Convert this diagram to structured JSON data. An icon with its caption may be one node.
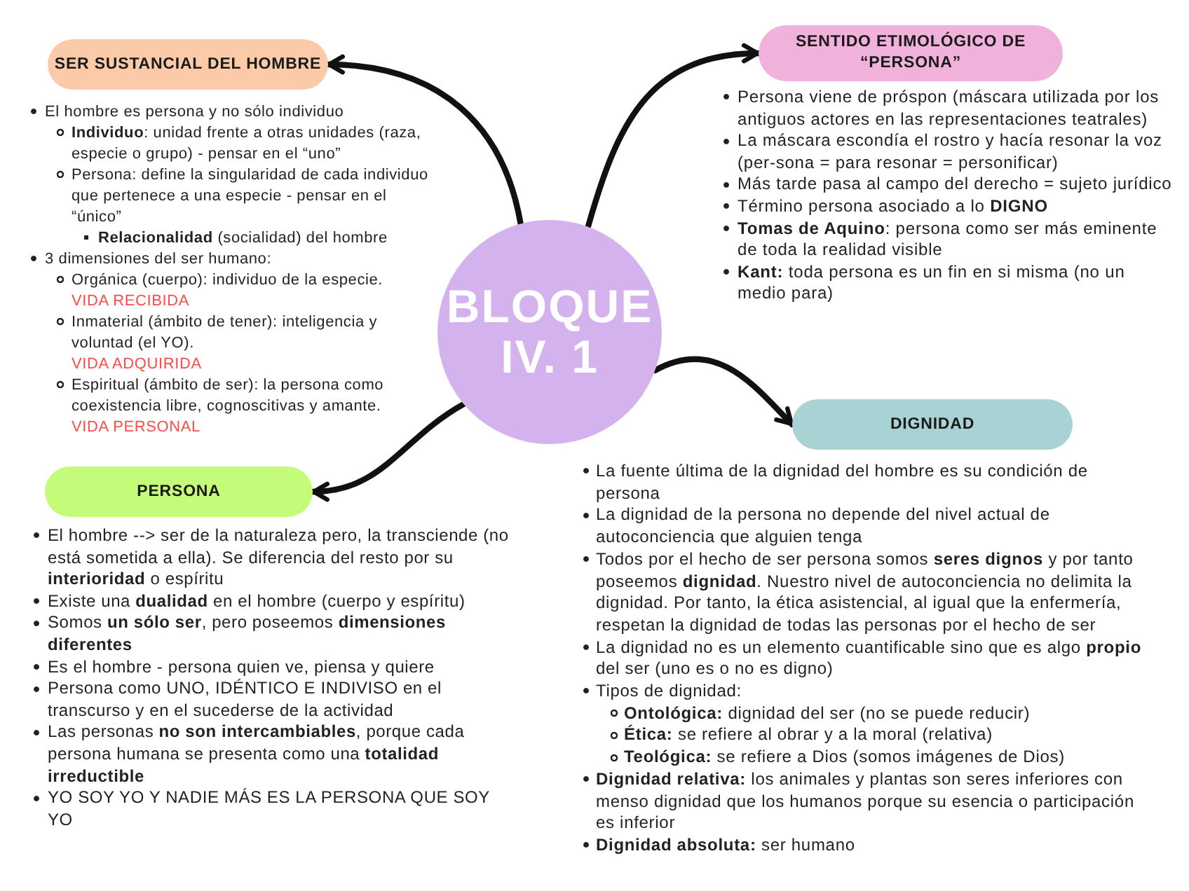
{
  "diagram": {
    "nodes": [
      {
        "text": [
          "SER SUSTANCIAL DEL HOMBRE"
        ],
        "beside": [
          "El hombre es persona y no sólo individuo",
          "**Individuo**: unidad frente a otras unidades (raza, especie o grupo) - pensar en el “uno”",
          "Persona: define la singularidad de cada individuo que pertenece a una especie - pensar en el “único”",
          "**Relacionalidad** (socialidad) del hombre",
          "3 dimensiones del ser humano:",
          "Orgánica (cuerpo): individuo de la especie.",
          "VIDA RECIBIDA",
          "Inmaterial (ámbito de tener): inteligencia y voluntad (el YO).",
          "VIDA ADQUIRIDA",
          "Espiritual (ámbito de ser): la persona como coexistencia libre, cognoscitivas y amante.",
          "VIDA PERSONAL"
        ]
      },
      {
        "text": [
          "SENTIDO ETIMOLÓGICO DE “PERSONA”"
        ],
        "beside": [
          "Persona viene de próspon (máscara utilizada por los antiguos actores en las representaciones teatrales)",
          "La máscara escondía el rostro y hacía resonar la voz (per-sona = para resonar = personificar)",
          "Más tarde pasa al campo del derecho = sujeto jurídico",
          "Término persona asociado a lo **DIGNO**",
          "**Tomas de Aquino**: persona como ser más eminente de toda la realidad visible",
          "**Kant:** toda persona es un fin en si misma (no un medio para)"
        ]
      },
      {
        "text": [
          "BLOQUE IV. 1"
        ]
      },
      {
        "text": [
          "PERSONA"
        ],
        "beside": [
          "El hombre --> ser de la naturaleza pero, la transciende (no está sometida a ella). Se diferencia del resto por su **interioridad** o espíritu",
          "Existe una **dualidad** en el hombre (cuerpo y espíritu)",
          "Somos **un sólo ser**, pero poseemos **dimensiones diferentes**",
          "Es el hombre - persona quien ve, piensa y quiere",
          "Persona como UNO, IDÉNTICO E INDIVISO en el transcurso y en el sucederse de la actividad",
          "Las personas **no son intercambiables**, porque cada persona humana se presenta como una **totalidad irreductible**",
          "YO SOY YO Y NADIE MÁS ES LA PERSONA QUE SOY YO"
        ]
      },
      {
        "text": [
          "DIGNIDAD"
        ],
        "beside": [
          "La fuente última de la dignidad del hombre es su condición de persona",
          "La dignidad de la persona no depende del nivel actual de autoconciencia que alguien tenga",
          "Todos por el hecho de ser persona somos **seres dignos** y por tanto poseemos **dignidad**. Nuestro nivel de autoconciencia no delimita la dignidad. Por tanto, la ética asistencial, al igual que la enfermería, respetan la dignidad de todas las personas por el hecho de ser",
          "La dignidad no es un elemento cuantificable sino que es algo **propio** del ser (uno es o no es digno)",
          "Tipos de dignidad:",
          "**Ontológica:** dignidad del ser (no se puede reducir)",
          "**Ética:** se refiere al obrar y a la moral (relativa)",
          "**Teológica:** se refiere a Dios (somos imágenes de Dios)",
          "**Dignidad relativa:** los animales y plantas son seres inferiores con menso dignidad que los humanos porque su esencia o participación es inferior",
          "**Dignidad absoluta:** ser humano"
        ]
      }
    ],
    "edges": [
      {
        "from": 2,
        "to": 0,
        "arrow": "to"
      },
      {
        "from": 2,
        "to": 1,
        "arrow": "to"
      },
      {
        "from": 2,
        "to": 3,
        "arrow": "to"
      },
      {
        "from": 2,
        "to": 4,
        "arrow": "to"
      }
    ]
  }
}
